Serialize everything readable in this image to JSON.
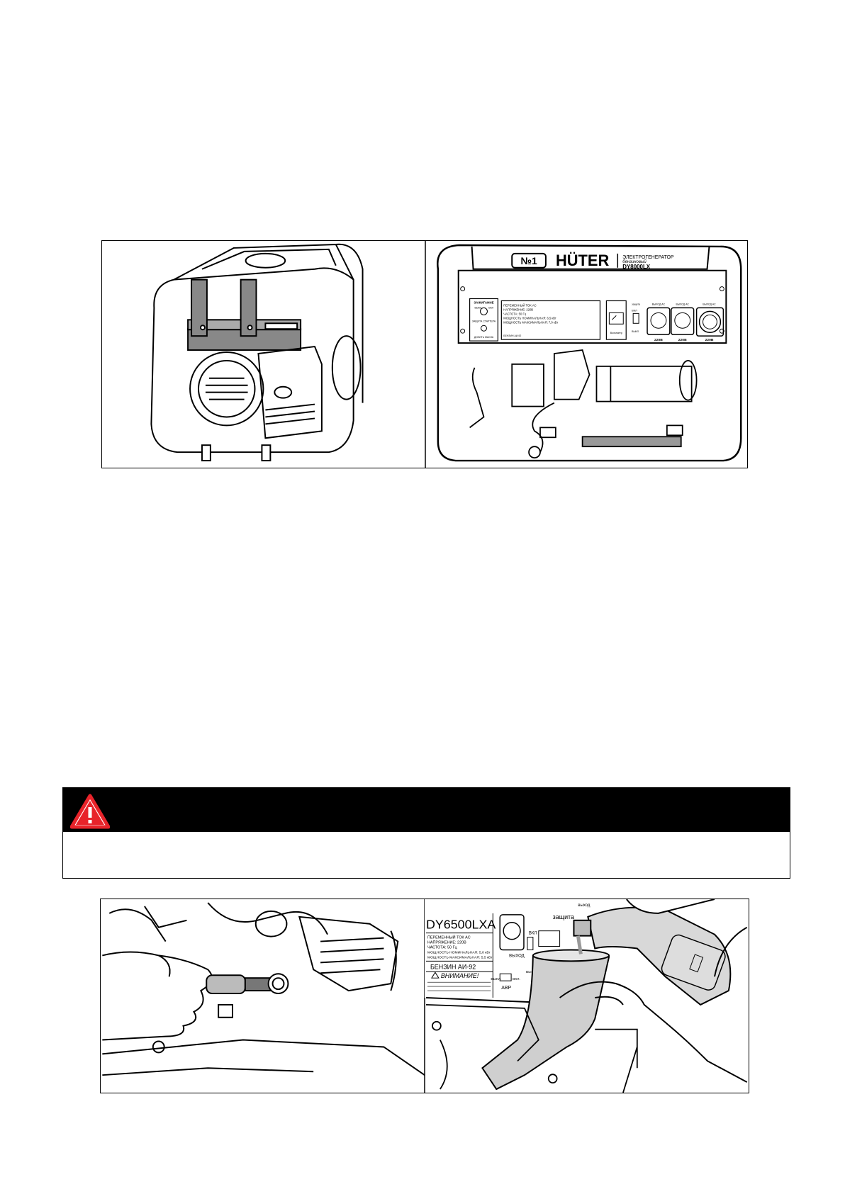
{
  "figure_top": {
    "right_panel": {
      "badge": "№1",
      "brand": "HÜTER",
      "model_line1": "ЭЛЕКТРОГЕНЕРАТОР",
      "model_line2": "бензиновый",
      "model_code": "DY8000LX",
      "ignition_title": "ЗАЖИГАНИЕ",
      "ignition_off": "ВЫКЛ",
      "ignition_on": "ВКЛ",
      "starter_protect": "ЗАЩИТА СТАРТЕРА",
      "oil_add": "ДОЛИТЬ МАСЛА",
      "spec_1": "ПЕРЕМЕННЫЙ ТОК AC",
      "spec_2": "НАПРЯЖЕНИЕ: 220В",
      "spec_3": "ЧАСТОТА: 50 Гц",
      "spec_4": "МОЩНОСТЬ НОМИНАЛЬНАЯ: 6,5 кВт",
      "spec_5": "МОЩНОСТЬ МАКСИМАЛЬНАЯ: 7,0 кВт",
      "fuel": "БЕНЗИН АИ-92",
      "voltmeter": "Вольтметр",
      "switch_on": "ВКЛ",
      "switch_off": "ВЫКЛ",
      "protection": "защита",
      "outlet_label_1": "ВЫХОД AC",
      "outlet_label_2": "ВЫХОД AC",
      "outlet_label_3": "ВЫХОД AC",
      "v1": "220В",
      "v2": "220В",
      "v3": "220В"
    }
  },
  "warning": {
    "title": "",
    "text": ""
  },
  "figure_bottom": {
    "right_panel": {
      "model_code": "DY6500LXA",
      "spec_1": "ПЕРЕМЕННЫЙ ТОК AC",
      "spec_2": "НАПРЯЖЕНИЕ: 220В",
      "spec_3": "ЧАСТОТА: 50 Гц",
      "spec_4": "МОЩНОСТЬ НОМИНАЛЬНАЯ: 5,0 кВт",
      "spec_5": "МОЩНОСТЬ МАКСИМАЛЬНАЯ: 5,5 кВт",
      "fuel": "БЕНЗИН АИ-92",
      "warning": "ВНИМАНИЕ!",
      "protection": "защита",
      "output": "выход",
      "on": "ВКЛ",
      "out": "ВЫХОД",
      "off1": "ВЫКЛ.",
      "on1": "ВКЛ.",
      "off2": "ВЫКЛ",
      "abp": "АВР"
    }
  }
}
